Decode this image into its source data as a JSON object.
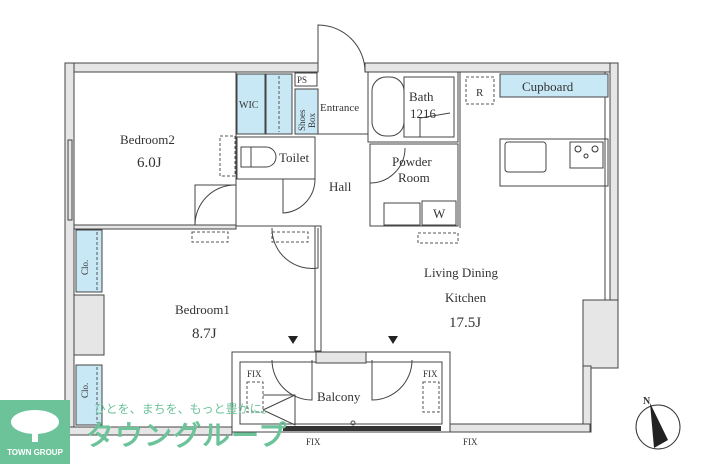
{
  "rooms": {
    "bedroom2": {
      "name": "Bedroom2",
      "size": "6.0J"
    },
    "bedroom1": {
      "name": "Bedroom1",
      "size": "8.7J"
    },
    "ldk": {
      "name1": "Living Dining",
      "name2": "Kitchen",
      "size": "17.5J"
    },
    "wic": "WIC",
    "ps": "PS",
    "shoes_box": {
      "line1": "Shoes",
      "line2": "Box"
    },
    "entrance": "Entrance",
    "bath": {
      "name": "Bath",
      "size": "1216"
    },
    "toilet": "Toilet",
    "hall": "Hall",
    "powder_room": {
      "line1": "Powder",
      "line2": "Room"
    },
    "washer": "W",
    "refrigerator": "R",
    "cupboard": "Cupboard",
    "closet": "Clo.",
    "balcony": "Balcony",
    "fix": "FIX"
  },
  "compass": {
    "label": "N"
  },
  "logo": {
    "company": "TOWN GROUP",
    "slogan": "ひとを、まちを、もっと豊かに。",
    "brand": "タウングループ"
  },
  "colors": {
    "storage": "#c9e8f5",
    "wall": "#e6e6e6",
    "brand": "#6cc39a"
  }
}
